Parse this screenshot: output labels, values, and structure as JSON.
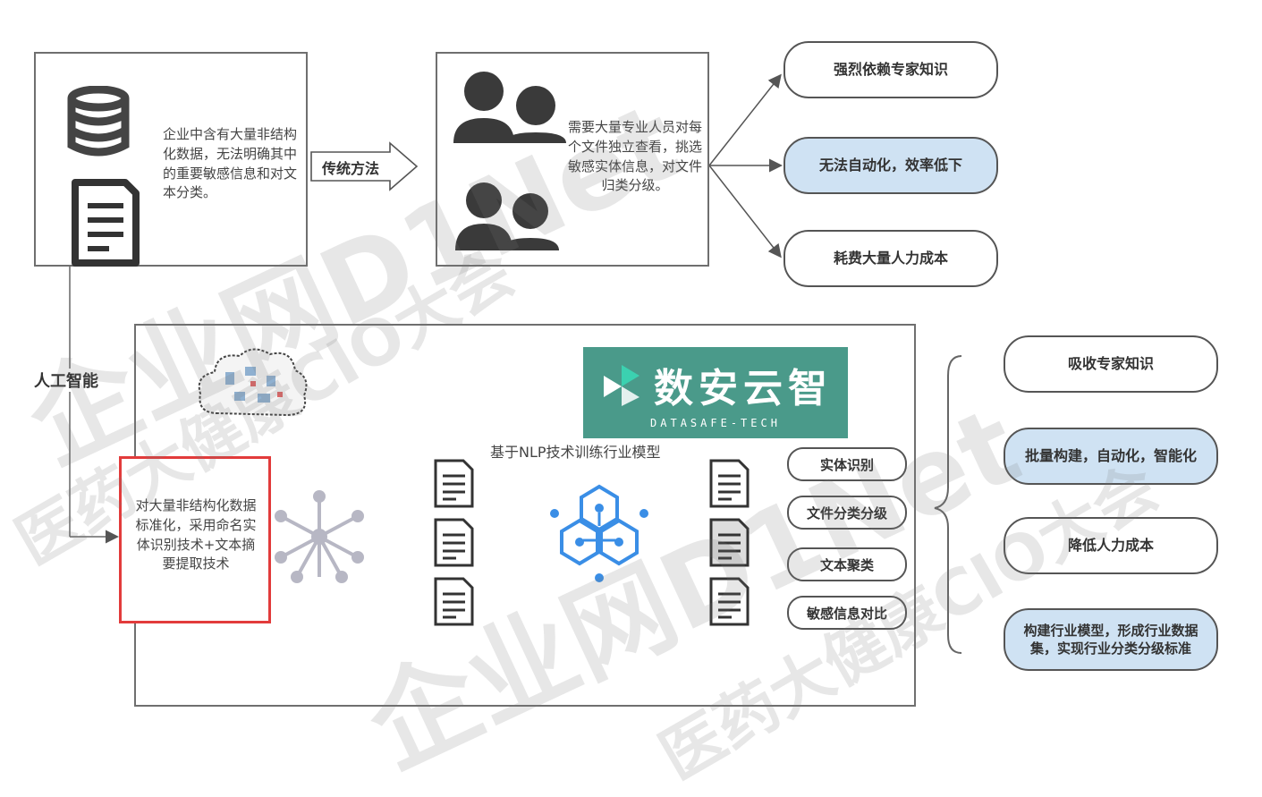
{
  "top": {
    "intro_text": "企业中含有大量非结构化数据，无法明确其中的重要敏感信息和对文本分类。",
    "traditional_label": "传统方法",
    "manual_text": "需要大量专业人员对每个文件独立查看，挑选敏感实体信息，对文件归类分级。",
    "outcomes": [
      "强烈依赖专家知识",
      "无法自动化，效率低下",
      "耗费大量人力成本"
    ]
  },
  "bottom": {
    "ai_label": "人工智能",
    "red_box_text": "对大量非结构化数据标准化，采用命名实体识别技术+文本摘要提取技术",
    "nlp_label": "基于NLP技术训练行业模型",
    "tags": [
      "实体识别",
      "文件分类分级",
      "文本聚类",
      "敏感信息对比"
    ],
    "benefits": [
      "吸收专家知识",
      "批量构建，自动化，智能化",
      "降低人力成本",
      "构建行业模型，形成行业数据集，实现行业分类分级标准"
    ]
  },
  "logo": {
    "title": "数安云智",
    "subtitle": "DATASAFE-TECH"
  },
  "watermarks": [
    "企业网D1Net",
    "医药大健康CIO大会"
  ],
  "colors": {
    "blue_fill": "#cfe2f3",
    "red_border": "#e23b3b",
    "logo_bg": "#4a9a8a",
    "node_blue": "#3a8ee6"
  }
}
